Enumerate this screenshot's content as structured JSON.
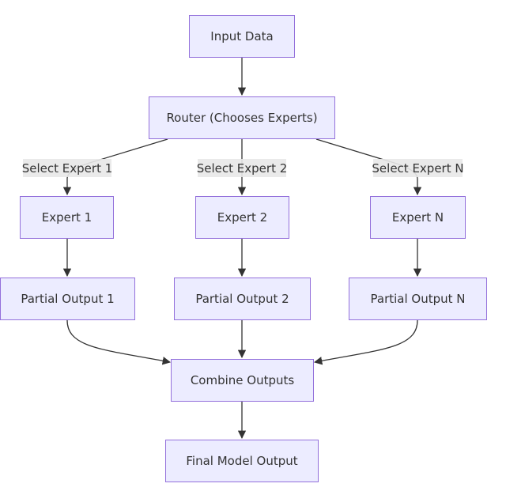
{
  "diagram": {
    "nodes": {
      "input": "Input Data",
      "router": "Router (Chooses Experts)",
      "expert1": "Expert 1",
      "expert2": "Expert 2",
      "expertN": "Expert N",
      "partial1": "Partial Output 1",
      "partial2": "Partial Output 2",
      "partialN": "Partial Output N",
      "combine": "Combine Outputs",
      "final": "Final Model Output"
    },
    "edge_labels": {
      "select1": "Select Expert 1",
      "select2": "Select Expert 2",
      "selectN": "Select Expert N"
    },
    "colors": {
      "node_fill": "#ececff",
      "node_border": "#9370db",
      "edge": "#333333",
      "label_bg": "#e8e8e8"
    }
  }
}
